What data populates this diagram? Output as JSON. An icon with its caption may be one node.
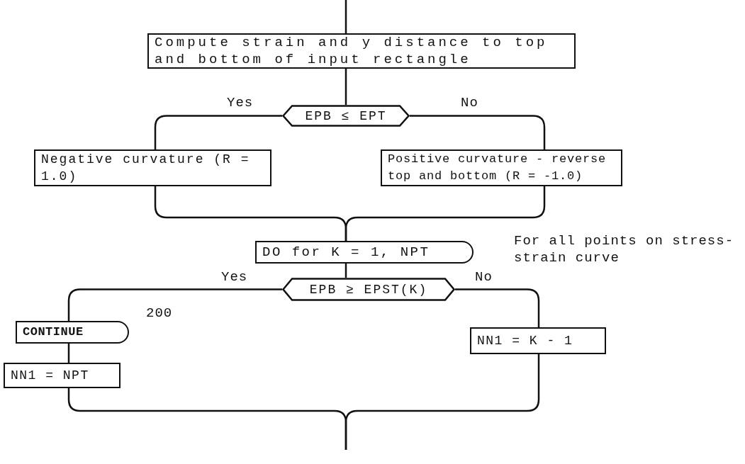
{
  "diagram": {
    "nodes": [
      {
        "text": [
          "Compute strain and y distance to top and bottom of input rectangle"
        ]
      },
      {
        "text": [
          "EPB ≤ EPT"
        ]
      },
      {
        "text": [
          "Negative curvature (R = 1.0)"
        ]
      },
      {
        "text": [
          "Positive curvature - reverse top and bottom (R = -1.0)"
        ]
      },
      {
        "text": [
          "DO for K = 1, NPT"
        ],
        "beside": [
          "For all points on stress-strain curve"
        ]
      },
      {
        "text": [
          "EPB ≥ EPST(K)"
        ]
      },
      {
        "text": [
          "CONTINUE"
        ],
        "beside": [
          "200"
        ]
      },
      {
        "text": [
          "NN1 = NPT"
        ]
      },
      {
        "text": [
          "NN1 = K - 1"
        ]
      }
    ],
    "edges": [
      {
        "from": null,
        "to": 0,
        "arrow": "none"
      },
      {
        "from": 0,
        "to": 1,
        "arrow": "none"
      },
      {
        "from": 1,
        "to": 2,
        "arrow": "none",
        "label": "Yes"
      },
      {
        "from": 1,
        "to": 3,
        "arrow": "none",
        "label": "No"
      },
      {
        "from": 2,
        "to": 4,
        "arrow": "none"
      },
      {
        "from": 3,
        "to": 4,
        "arrow": "none"
      },
      {
        "from": 4,
        "to": 5,
        "arrow": "none"
      },
      {
        "from": 5,
        "to": 6,
        "arrow": "none",
        "label": "Yes"
      },
      {
        "from": 6,
        "to": 7,
        "arrow": "none"
      },
      {
        "from": 5,
        "to": 8,
        "arrow": "none",
        "label": "No"
      },
      {
        "from": 7,
        "to": null,
        "arrow": "none"
      },
      {
        "from": 8,
        "to": null,
        "arrow": "none"
      }
    ]
  }
}
